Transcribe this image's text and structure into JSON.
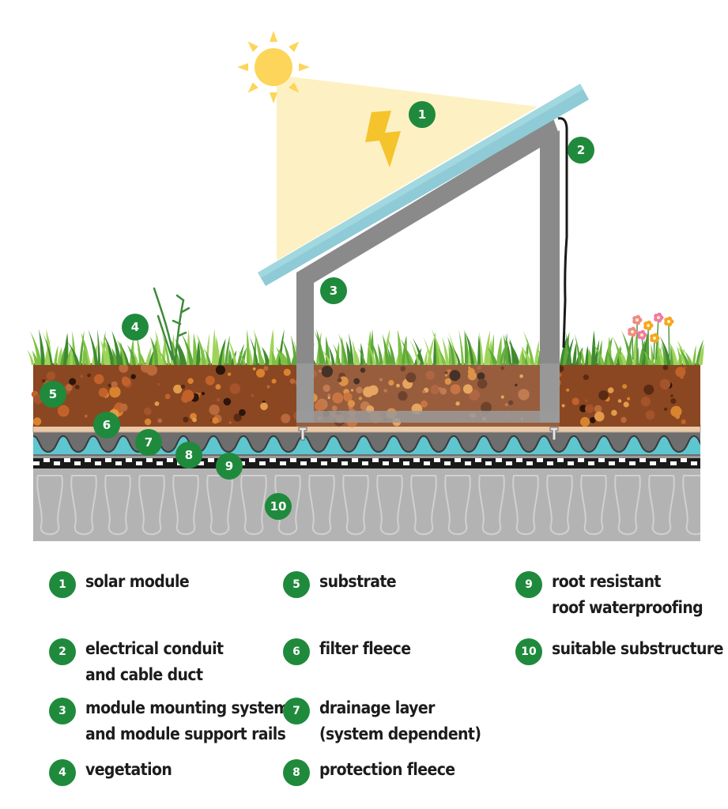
{
  "colors": {
    "badge": "#1f8a3c",
    "solar_panel": "#8ecbd6",
    "frame": "#888888",
    "soil": "#8a4722",
    "grass": "#7cc142",
    "drainage_water": "#5ec6cf",
    "substructure": "#b3b3b3",
    "sun": "#fcd55a",
    "lightning": "#f5c32c"
  },
  "icons": [
    "sun-icon",
    "lightning-icon",
    "grass-icon",
    "flower-icon"
  ],
  "callouts": [
    {
      "number": "1"
    },
    {
      "number": "2"
    },
    {
      "number": "3"
    },
    {
      "number": "4"
    },
    {
      "number": "5"
    },
    {
      "number": "6"
    },
    {
      "number": "7"
    },
    {
      "number": "8"
    },
    {
      "number": "9"
    },
    {
      "number": "10"
    }
  ],
  "legend": [
    {
      "number": "1",
      "label": "solar module"
    },
    {
      "number": "2",
      "label": "electrical conduit\nand cable duct"
    },
    {
      "number": "3",
      "label": "module mounting system\nand module support rails"
    },
    {
      "number": "4",
      "label": "vegetation"
    },
    {
      "number": "5",
      "label": "substrate"
    },
    {
      "number": "6",
      "label": "filter fleece"
    },
    {
      "number": "7",
      "label": "drainage layer\n(system dependent)"
    },
    {
      "number": "8",
      "label": "protection fleece"
    },
    {
      "number": "9",
      "label": "root resistant\nroof waterproofing"
    },
    {
      "number": "10",
      "label": "suitable substructure"
    }
  ]
}
